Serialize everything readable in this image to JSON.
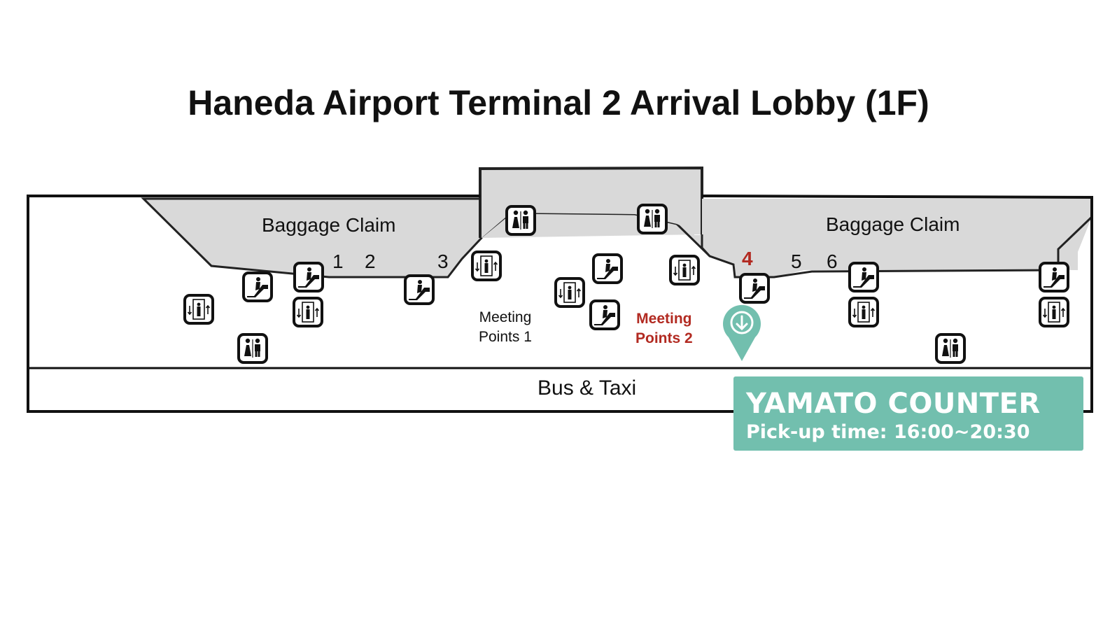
{
  "title": "Haneda Airport Terminal 2 Arrival Lobby (1F)",
  "areas": {
    "baggage_claim_left": "Baggage Claim",
    "baggage_claim_right": "Baggage Claim",
    "bus_taxi": "Bus & Taxi"
  },
  "claim_numbers": [
    "1",
    "2",
    "3",
    "4",
    "5",
    "6"
  ],
  "highlighted_claim": "4",
  "meeting_points": {
    "mp1_line1": "Meeting",
    "mp1_line2": "Points 1",
    "mp2_line1": "Meeting",
    "mp2_line2": "Points 2"
  },
  "counter": {
    "name": "YAMATO COUNTER",
    "pickup": "Pick-up time: 16:00~20:30"
  },
  "colors": {
    "accent_red": "#b22a21",
    "counter_teal": "#72bfae",
    "claim_gray": "#d9d9d9"
  },
  "icon_types": [
    "restroom-icon",
    "elevator-icon",
    "escalator-icon",
    "location-pin-icon"
  ]
}
